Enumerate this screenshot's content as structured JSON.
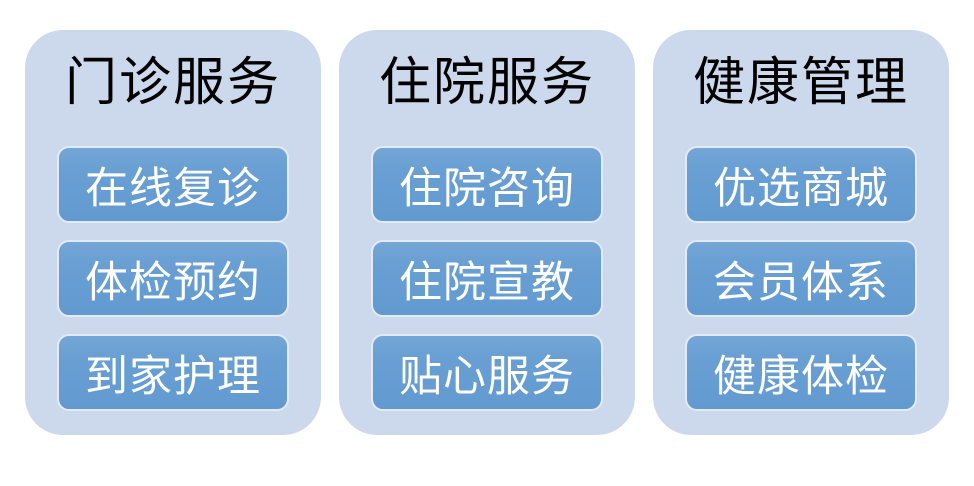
{
  "page": {
    "background": "#ffffff"
  },
  "colors": {
    "card_background": "#ccd9ec",
    "button_fill": "#699fd3",
    "button_border": "#e2eaf4",
    "title_text": "#000000",
    "button_text": "#ffffff"
  },
  "columns": [
    {
      "title": "门诊服务",
      "items": [
        "在线复诊",
        "体检预约",
        "到家护理"
      ]
    },
    {
      "title": "住院服务",
      "items": [
        "住院咨询",
        "住院宣教",
        "贴心服务"
      ]
    },
    {
      "title": "健康管理",
      "items": [
        "优选商城",
        "会员体系",
        "健康体检"
      ]
    }
  ]
}
